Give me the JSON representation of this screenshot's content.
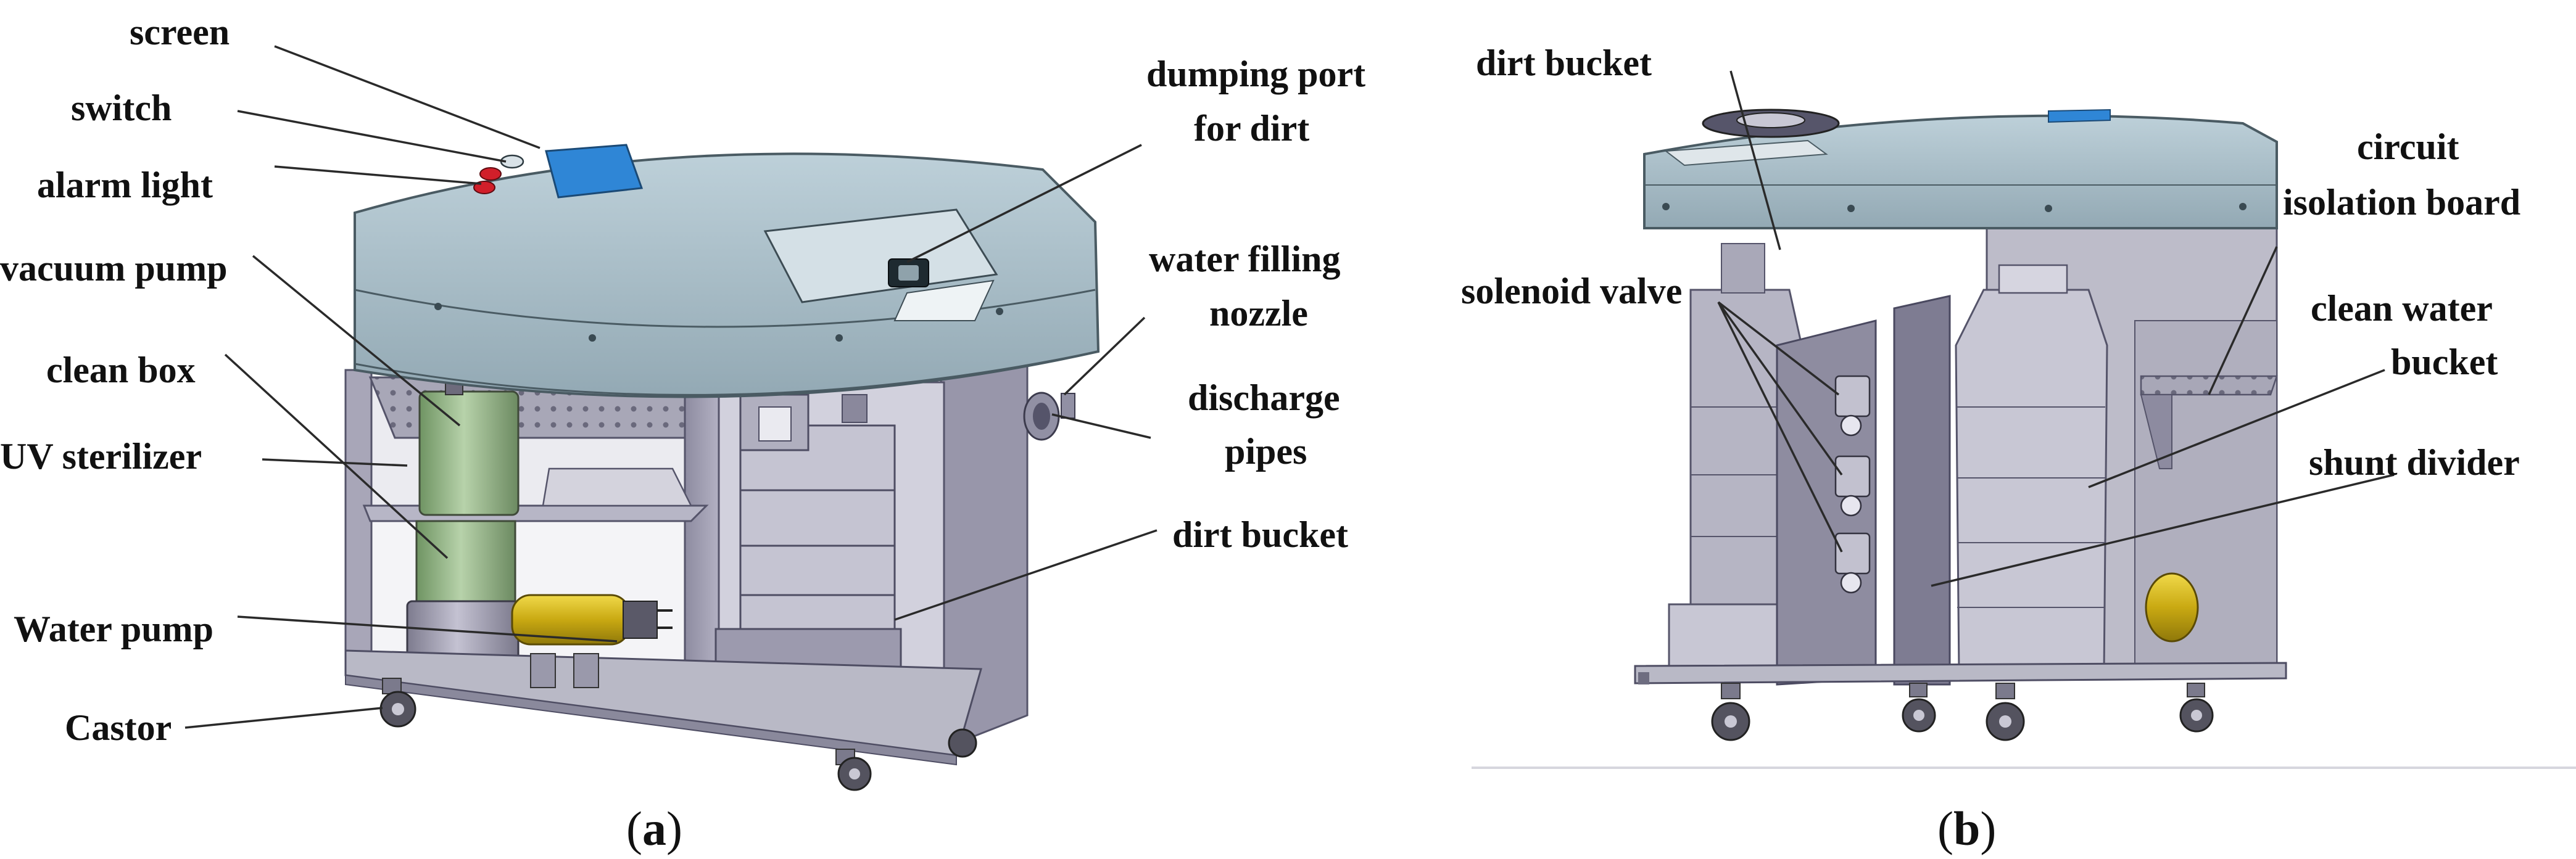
{
  "panel_a": {
    "caption_open": "(",
    "caption_letter": "a",
    "caption_close": ")",
    "labels": {
      "screen": "screen",
      "switch": "switch",
      "alarm_light": "alarm light",
      "vacuum_pump": "vacuum pump",
      "clean_box": "clean box",
      "uv_sterilizer": "UV sterilizer",
      "water_pump": "Water pump",
      "castor": "Castor",
      "dumping_port_1": "dumping port",
      "dumping_port_2": "for dirt",
      "water_filling_1": "water filling",
      "water_filling_2": "nozzle",
      "discharge_1": "discharge",
      "discharge_2": "pipes",
      "dirt_bucket": "dirt bucket"
    }
  },
  "panel_b": {
    "caption_open": "(",
    "caption_letter": "b",
    "caption_close": ")",
    "labels": {
      "dirt_bucket": "dirt bucket",
      "circuit_1": "circuit",
      "circuit_2": "isolation board",
      "solenoid_valve": "solenoid valve",
      "clean_water_1": "clean water",
      "clean_water_2": "bucket",
      "shunt_divider": "shunt divider"
    }
  },
  "colors": {
    "top_cover": "#a7bcc6",
    "panel_grey": "#a4a2b4",
    "panel_dark": "#8e8ca0",
    "screen_blue": "#2f86d6",
    "alarm_red": "#d11f2a",
    "cylinder_green": "#9bbd8f",
    "pump_yellow": "#d8bd1c",
    "frame_steel": "#b9b9c6"
  }
}
